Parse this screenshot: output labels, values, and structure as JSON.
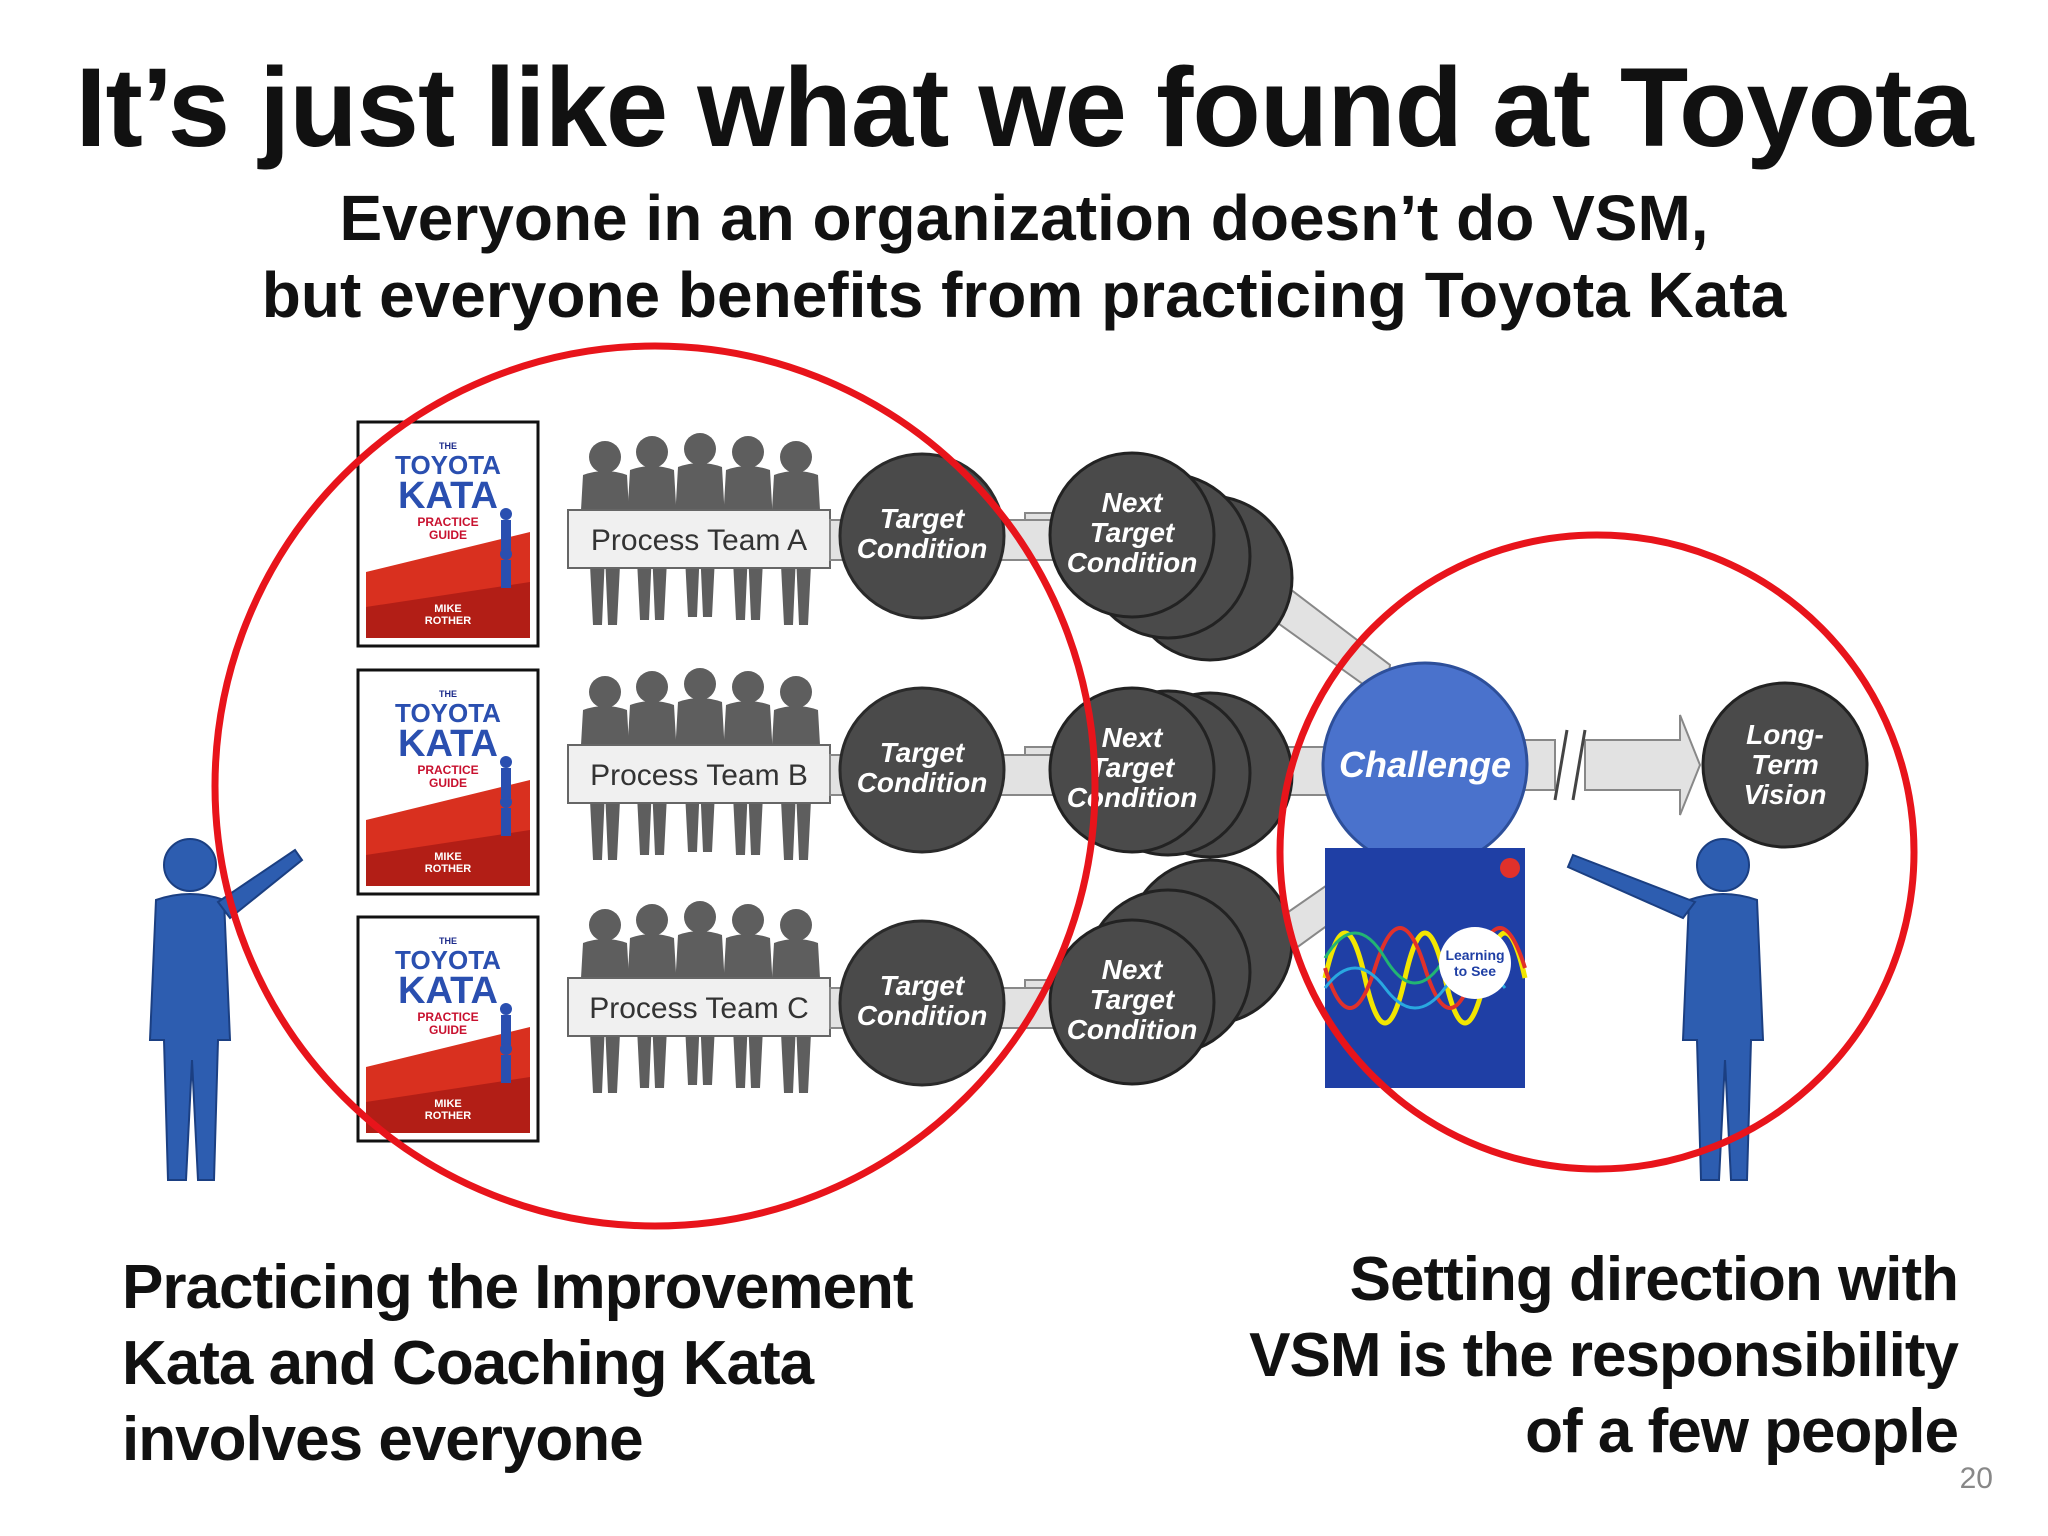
{
  "slide": {
    "title": "It’s just like what we found at Toyota",
    "subtitle_line1": "Everyone in an organization doesn’t do VSM,",
    "subtitle_line2": "but everyone benefits from practicing Toyota Kata",
    "page_number": "20"
  },
  "captions": {
    "left": [
      "Practicing the Improvement",
      "Kata and Coaching Kata",
      "involves everyone"
    ],
    "right": [
      "Setting direction with",
      "VSM is the responsibility",
      "of a few people"
    ]
  },
  "diagram": {
    "teams": [
      {
        "label": "Process Team A",
        "target": [
          "Target",
          "Condition"
        ],
        "next": [
          "Next",
          "Target",
          "Condition"
        ]
      },
      {
        "label": "Process Team B",
        "target": [
          "Target",
          "Condition"
        ],
        "next": [
          "Next",
          "Target",
          "Condition"
        ]
      },
      {
        "label": "Process Team C",
        "target": [
          "Target",
          "Condition"
        ],
        "next": [
          "Next",
          "Target",
          "Condition"
        ]
      }
    ],
    "challenge": "Challenge",
    "vision": [
      "Long-",
      "Term",
      "Vision"
    ],
    "book_kata": {
      "the": "THE",
      "line1": "TOYOTA",
      "line2": "KATA",
      "line3": "PRACTICE",
      "line4": "GUIDE",
      "author1": "MIKE",
      "author2": "ROTHER"
    },
    "book_vsm": {
      "title1": "Learning",
      "title2": "to See"
    }
  },
  "colors": {
    "highlight_ring": "#e8141b",
    "challenge": "#4a72cc",
    "condition_circle": "#4a4a4a",
    "person": "#2d5db0"
  }
}
